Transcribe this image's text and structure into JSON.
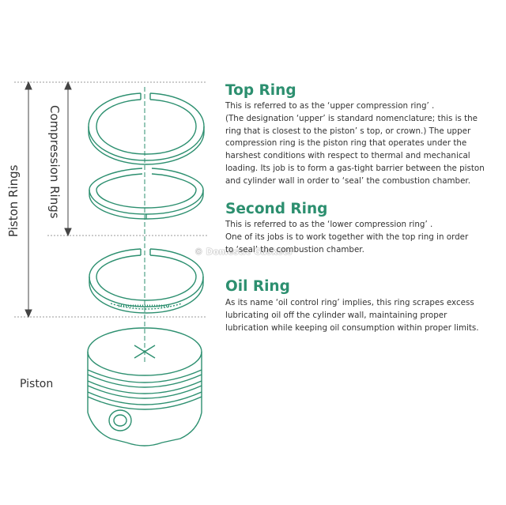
{
  "labels": {
    "piston_rings": "Piston Rings",
    "compression_rings": "Compression Rings",
    "piston": "Piston"
  },
  "watermark": "© Domestic Gaskets",
  "sections": [
    {
      "title": "Top Ring",
      "lines": [
        "This is referred to as the ‘upper compression ring’ .",
        "(The designation ‘upper’ is standard nomenclature; this is the",
        "ring that is closest to the piston’ s top, or crown.) The upper",
        "compression ring is the piston ring that operates under the",
        "harshest  conditions with respect to thermal and mechanical",
        "loading. Its job is to form a gas-tight barrier between the piston",
        "and cylinder wall in order to ‘seal’ the combustion chamber."
      ]
    },
    {
      "title": "Second Ring",
      "lines": [
        "This is referred to as the ‘lower compression ring’ .",
        "One of its jobs is to work together with the top ring in order",
        "to ‘seal’ the combustion chamber."
      ]
    },
    {
      "title": "Oil Ring",
      "lines": [
        "As its name ‘oil control ring’ implies, this ring scrapes excess",
        "lubricating oil off the cylinder wall, maintaining proper",
        "lubrication while keeping oil consumption within proper limits."
      ]
    }
  ],
  "colors": {
    "accent": "#2c8f6f",
    "ring_stroke": "#2c8f6f",
    "text": "#333333",
    "guide_line": "#999999"
  }
}
